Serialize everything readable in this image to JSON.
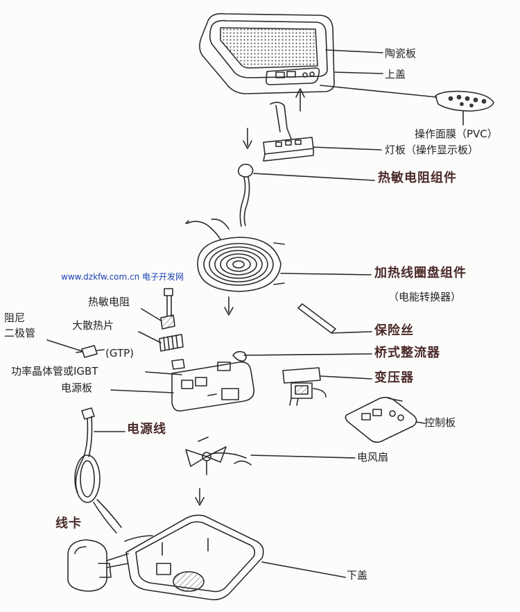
{
  "watermark": "www.dzkfw.com.cn 电子开发网",
  "labels": {
    "ceramic_plate": "陶瓷板",
    "top_cover": "上盖",
    "control_film": "操作面膜（PVC）",
    "light_board": "灯板（操作显示板）",
    "thermistor_assembly": "热敏电阻组件",
    "heating_coil_assembly": "加热线圈盘组件",
    "heating_coil_sub": "（电能转换器）",
    "thermistor": "热敏电阻",
    "heatsink": "大散热片",
    "damper_diode": "阻尼\n二极管",
    "gtp": "(GTP)",
    "igbt": "功率晶体管或IGBT",
    "power_board": "电源板",
    "fuse": "保险丝",
    "bridge_rectifier": "桥式整流器",
    "transformer": "变压器",
    "control_board": "控制板",
    "power_cord": "电源线",
    "fan": "电风扇",
    "cord_clip": "线卡",
    "bottom_cover": "下盖"
  },
  "colors": {
    "line": "#2a2a2a",
    "bold_label": "#4a2a28",
    "watermark": "#1a3fb5"
  }
}
